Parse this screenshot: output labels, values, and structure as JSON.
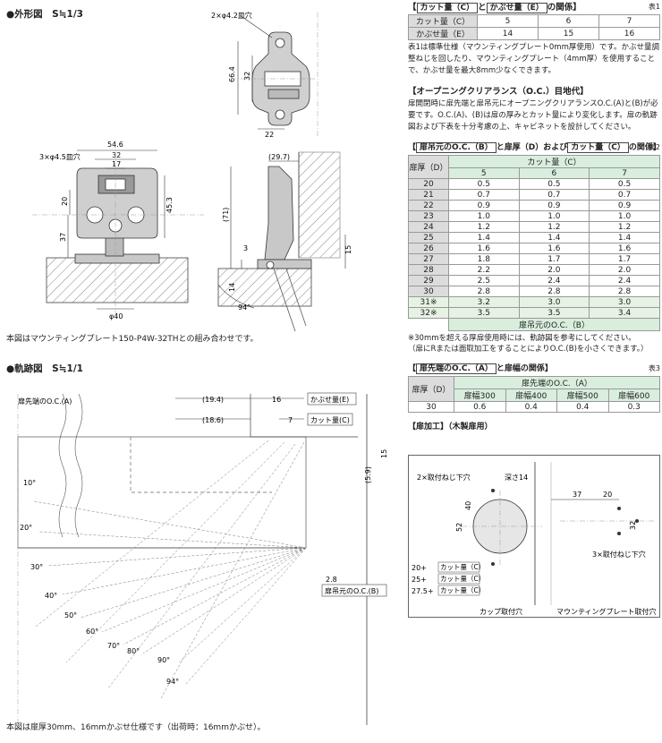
{
  "left": {
    "outline_heading": "●外形図　S≒1/3",
    "outline_note": "本図はマウンティングプレート150-P4W-32THとの組み合わせです。",
    "trajectory_heading": "●軌跡図　S≒1/1",
    "trajectory_note": "本図は扉厚30mm、16mmかぶせ仕様です（出荷時：16mmかぶせ）。",
    "dims": {
      "d_2x42": "2×φ4.2皿穴",
      "d_664": "66.4",
      "d_32a": "32",
      "d_22": "22",
      "d_546": "54.6",
      "d_32b": "32",
      "d_17": "17",
      "d_3x45": "3×φ4.5皿穴",
      "d_20": "20",
      "d_453": "45.3",
      "d_37": "37",
      "d_40": "φ40",
      "d_297": "(29.7)",
      "d_71": "(71)",
      "d_3": "3",
      "d_14": "14",
      "d_15a": "15",
      "d_94a": "94°",
      "d_194": "(19.4)",
      "d_16": "16",
      "d_186": "(18.6)",
      "d_7": "7",
      "d_59": "(5.9)",
      "d_15b": "15",
      "d_28": "2.8"
    },
    "labels": {
      "door_oc_a": "扉先端のO.C.(A)",
      "cover_e": "かぶせ量(E)",
      "cut_c": "カット量(C)",
      "door_oc_b": "扉吊元のO.C.(B)"
    },
    "angles": [
      "10°",
      "20°",
      "30°",
      "40°",
      "50°",
      "60°",
      "70°",
      "80°",
      "90°",
      "94°"
    ]
  },
  "table1": {
    "title_parts": [
      "【",
      "カット量（C）",
      "と",
      "かぶせ量（E）",
      "の関係】"
    ],
    "num": "表1",
    "rows": [
      {
        "label": "カット量（C）",
        "vals": [
          "5",
          "6",
          "7"
        ]
      },
      {
        "label": "かぶせ量（E）",
        "vals": [
          "14",
          "15",
          "16"
        ]
      }
    ],
    "note": "表1は標準仕様（マウンティングプレート0mm厚使用）です。かぶせ量調整ねじを回したり、マウンティングプレート（4mm厚）を使用することで、かぶせ量を最大8mm少なくできます。"
  },
  "clearance": {
    "title": "【オープニングクリアランス（O.C.）目地代】",
    "text": "扉開閉時に扉先端と扉吊元にオープニングクリアランスO.C.(A)と(B)が必要です。O.C.(A)、(B)は扉の厚みとカット量により変化します。扉の軌跡図および下表を十分考慮の上、キャビネットを設計してください。"
  },
  "table2": {
    "title_parts": [
      "【",
      "扉吊元のO.C.（B）",
      "と扉厚（D）および",
      "カット量（C）",
      "の関係】"
    ],
    "num": "表2",
    "head_door": "扉厚（D）",
    "head_cut": "カット量（C）",
    "cols": [
      "5",
      "6",
      "7"
    ],
    "rows": [
      {
        "d": "20",
        "v": [
          "0.5",
          "0.5",
          "0.5"
        ]
      },
      {
        "d": "21",
        "v": [
          "0.7",
          "0.7",
          "0.7"
        ]
      },
      {
        "d": "22",
        "v": [
          "0.9",
          "0.9",
          "0.9"
        ]
      },
      {
        "d": "23",
        "v": [
          "1.0",
          "1.0",
          "1.0"
        ]
      },
      {
        "d": "24",
        "v": [
          "1.2",
          "1.2",
          "1.2"
        ]
      },
      {
        "d": "25",
        "v": [
          "1.4",
          "1.4",
          "1.4"
        ]
      },
      {
        "d": "26",
        "v": [
          "1.6",
          "1.6",
          "1.6"
        ]
      },
      {
        "d": "27",
        "v": [
          "1.8",
          "1.7",
          "1.7"
        ]
      },
      {
        "d": "28",
        "v": [
          "2.2",
          "2.0",
          "2.0"
        ]
      },
      {
        "d": "29",
        "v": [
          "2.5",
          "2.4",
          "2.4"
        ]
      },
      {
        "d": "30",
        "v": [
          "2.8",
          "2.8",
          "2.8"
        ]
      },
      {
        "d": "31※",
        "v": [
          "3.2",
          "3.0",
          "3.0"
        ]
      },
      {
        "d": "32※",
        "v": [
          "3.5",
          "3.5",
          "3.4"
        ]
      }
    ],
    "footer": "扉吊元のO.C.（B）",
    "note1": "※30mmを超える厚扉使用時には、軌跡図を参考にしてください。",
    "note2": "（扉にRまたは面取加工をすることによりO.C.(B)を小さくできます。）"
  },
  "table3": {
    "title_parts": [
      "【",
      "扉先端のO.C.（A）",
      "と扉幅の関係】"
    ],
    "num": "表3",
    "head_door": "扉厚（D）",
    "head_oc": "扉先端のO.C.（A）",
    "cols": [
      "扉幅300",
      "扉幅400",
      "扉幅500",
      "扉幅600"
    ],
    "row": {
      "d": "30",
      "v": [
        "0.6",
        "0.4",
        "0.4",
        "0.3"
      ]
    }
  },
  "processing": {
    "title": "【扉加工】（木製扉用）",
    "cup_caption": "カップ取付穴",
    "plate_caption": "マウンティングプレート取付穴",
    "screw2": "2×取付ねじ下穴",
    "depth": "深さ14",
    "d40": "40",
    "d52": "52",
    "cut_rows": [
      "20+",
      "25+",
      "27.5+"
    ],
    "cut_label": "カット量（C）",
    "d37": "37",
    "d20": "20",
    "d32": "32",
    "screw3": "3×取付ねじ下穴"
  }
}
